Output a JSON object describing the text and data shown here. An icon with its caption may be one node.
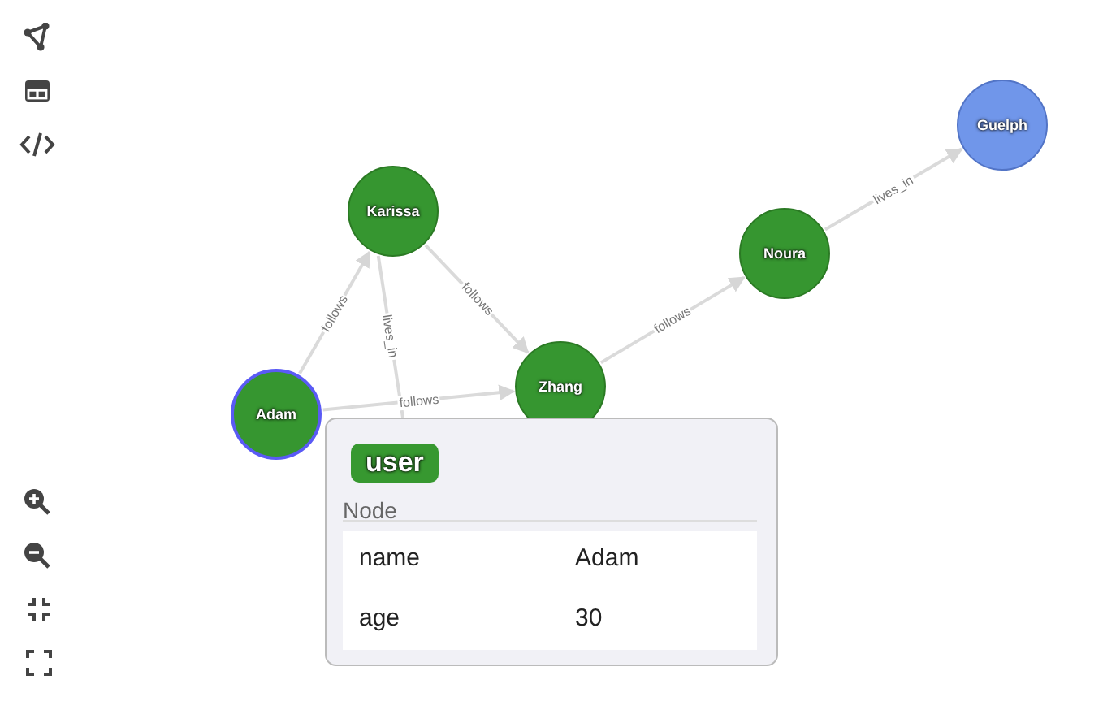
{
  "diagram": {
    "nodes": [
      {
        "text": [
          "Adam"
        ]
      },
      {
        "text": [
          "Karissa"
        ]
      },
      {
        "text": [
          "Zhang"
        ]
      },
      {
        "text": [
          "Noura"
        ]
      },
      {
        "text": [
          "Guelph"
        ]
      },
      {
        "text": [
          "Node"
        ]
      },
      {
        "text": [
          "user"
        ],
        "in": 5
      }
    ],
    "edges": [
      {
        "from": 0,
        "to": 1,
        "arrow": "to",
        "label": "follows"
      },
      {
        "from": 1,
        "to": 2,
        "arrow": "to",
        "label": "follows"
      },
      {
        "from": 1,
        "to": 5,
        "arrow": "none",
        "label": "lives_in"
      },
      {
        "from": 0,
        "to": 2,
        "arrow": "to",
        "label": "follows"
      },
      {
        "from": 2,
        "to": 3,
        "arrow": "to",
        "label": "follows"
      },
      {
        "from": 3,
        "to": 4,
        "arrow": "to",
        "label": "lives_in"
      }
    ],
    "labels": [
      "name",
      "Adam",
      "age",
      "30"
    ]
  }
}
